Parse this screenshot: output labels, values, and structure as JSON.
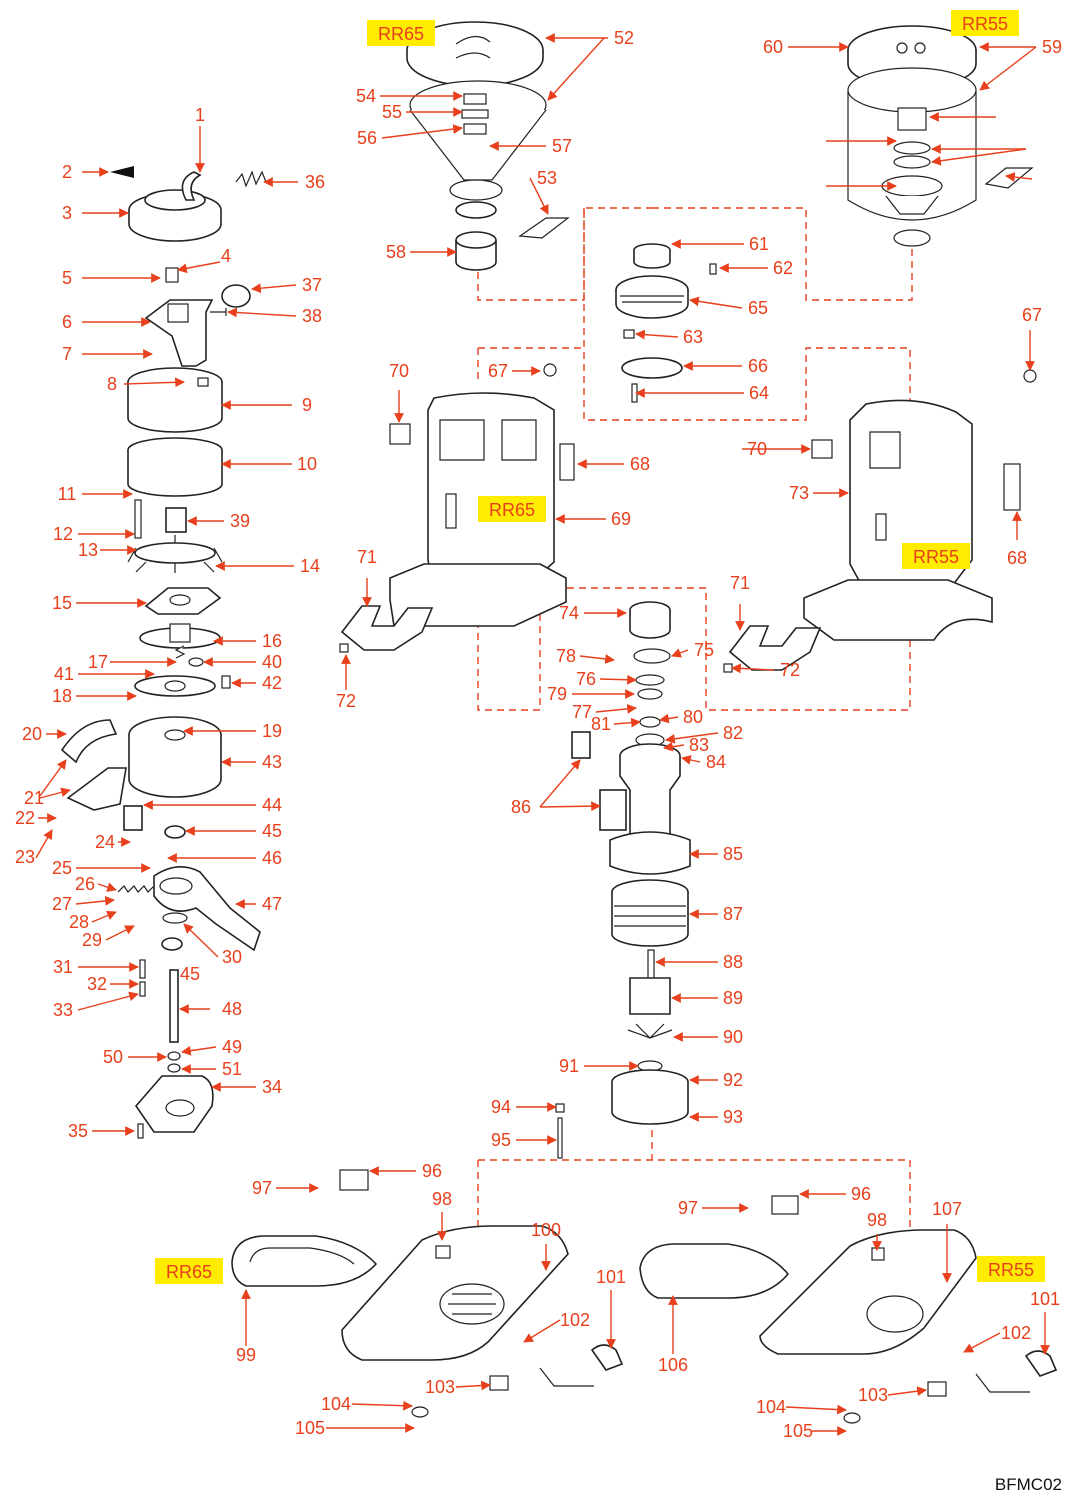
{
  "colors": {
    "label": "#e8401c",
    "tag_bg": "#ffec00",
    "line": "#222222"
  },
  "drawing_code": "BFMC02",
  "model_tags": [
    "RR65",
    "RR55"
  ],
  "parts": {
    "p1": "1",
    "p2": "2",
    "p3": "3",
    "p4": "4",
    "p5": "5",
    "p6": "6",
    "p7": "7",
    "p8": "8",
    "p9": "9",
    "p10": "10",
    "p11": "11",
    "p12": "12",
    "p13": "13",
    "p14": "14",
    "p15": "15",
    "p16": "16",
    "p17": "17",
    "p18": "18",
    "p19": "19",
    "p20": "20",
    "p21": "21",
    "p22": "22",
    "p23": "23",
    "p24": "24",
    "p25": "25",
    "p26": "26",
    "p27": "27",
    "p28": "28",
    "p29": "29",
    "p30": "30",
    "p31": "31",
    "p32": "32",
    "p33": "33",
    "p34": "34",
    "p35": "35",
    "p36": "36",
    "p37": "37",
    "p38": "38",
    "p39": "39",
    "p40": "40",
    "p41": "41",
    "p42": "42",
    "p43": "43",
    "p44": "44",
    "p45": "45",
    "p46": "46",
    "p47": "47",
    "p48": "48",
    "p49": "49",
    "p50": "50",
    "p51": "51",
    "p52": "52",
    "p53": "53",
    "p54": "54",
    "p55": "55",
    "p56": "56",
    "p57": "57",
    "p58": "58",
    "p59": "59",
    "p60": "60",
    "p61": "61",
    "p62": "62",
    "p63": "63",
    "p64": "64",
    "p65": "65",
    "p66": "66",
    "p67": "67",
    "p68": "68",
    "p69": "69",
    "p70": "70",
    "p71": "71",
    "p72": "72",
    "p73": "73",
    "p74": "74",
    "p75": "75",
    "p76": "76",
    "p77": "77",
    "p78": "78",
    "p79": "79",
    "p80": "80",
    "p81": "81",
    "p82": "82",
    "p83": "83",
    "p84": "84",
    "p85": "85",
    "p86": "86",
    "p87": "87",
    "p88": "88",
    "p89": "89",
    "p90": "90",
    "p91": "91",
    "p92": "92",
    "p93": "93",
    "p94": "94",
    "p95": "95",
    "p96": "96",
    "p97": "97",
    "p98": "98",
    "p99": "99",
    "p100": "100",
    "p101": "101",
    "p102": "102",
    "p103": "103",
    "p104": "104",
    "p105": "105",
    "p106": "106",
    "p107": "107"
  }
}
